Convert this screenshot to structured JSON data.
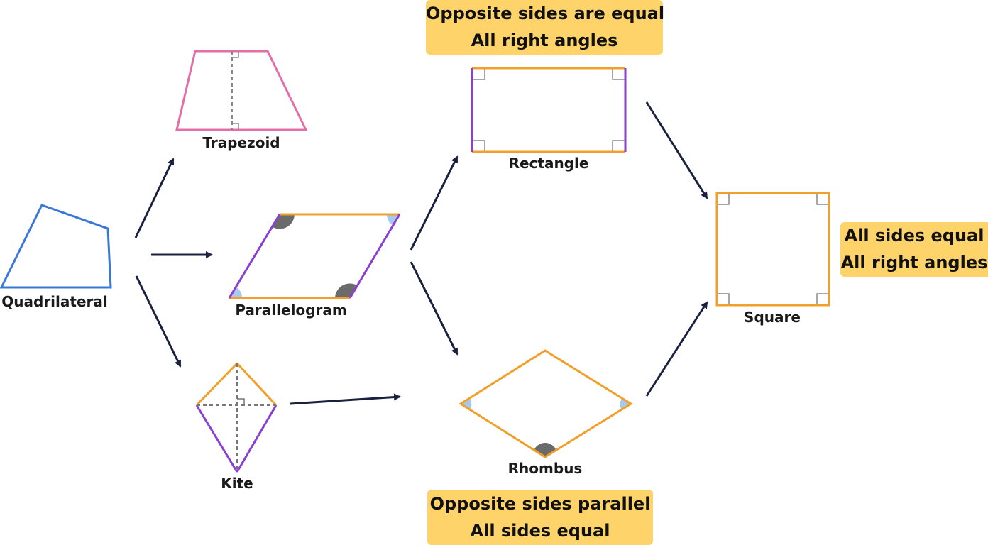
{
  "nodes": {
    "quadrilateral": {
      "label": "Quadrilateral"
    },
    "trapezoid": {
      "label": "Trapezoid"
    },
    "parallelogram": {
      "label": "Parallelogram"
    },
    "kite": {
      "label": "Kite"
    },
    "rectangle": {
      "label": "Rectangle"
    },
    "rhombus": {
      "label": "Rhombus"
    },
    "square": {
      "label": "Square"
    }
  },
  "notes": {
    "rectangle": {
      "line1": "Opposite sides are equal",
      "line2": "All right angles"
    },
    "rhombus": {
      "line1": "Opposite sides parallel",
      "line2": "All sides equal"
    },
    "square": {
      "line1": "All sides equal",
      "line2": "All right angles"
    }
  },
  "edges": [
    {
      "from": "quadrilateral",
      "to": "trapezoid"
    },
    {
      "from": "quadrilateral",
      "to": "parallelogram"
    },
    {
      "from": "quadrilateral",
      "to": "kite"
    },
    {
      "from": "parallelogram",
      "to": "rectangle"
    },
    {
      "from": "parallelogram",
      "to": "rhombus"
    },
    {
      "from": "kite",
      "to": "rhombus"
    },
    {
      "from": "rectangle",
      "to": "square"
    },
    {
      "from": "rhombus",
      "to": "square"
    }
  ],
  "colors": {
    "quadrilateral": "#3a78d8",
    "trapezoid": "#e36fa8",
    "orange_sides": "#f0a02a",
    "purple_sides": "#8a3fd1",
    "arrow": "#1a2140",
    "angle_dark": "#6b6b6b",
    "angle_light": "#a8c8f0",
    "note_bg": "#fdd36a"
  }
}
